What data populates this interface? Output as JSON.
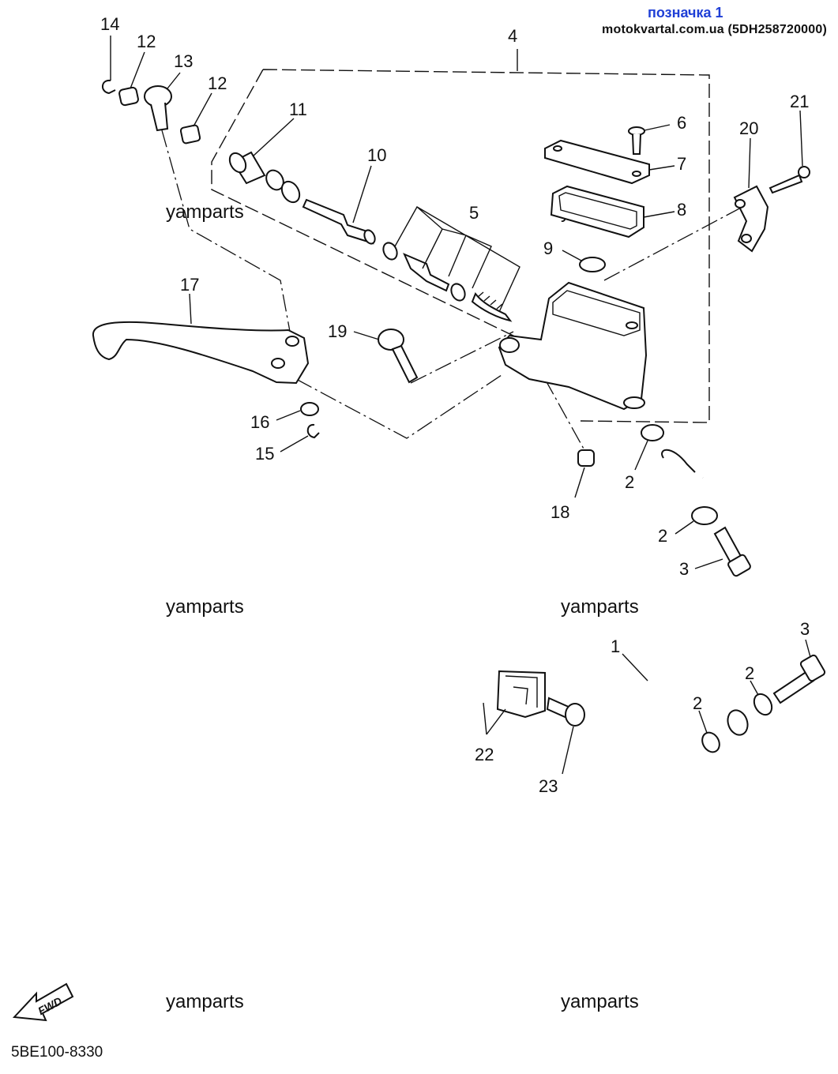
{
  "header": {
    "mark_label": "позначка 1",
    "site_label": "motokvartal.com.ua (5DH258720000)"
  },
  "watermarks": [
    "yamparts",
    "yamparts",
    "yamparts",
    "yamparts",
    "yamparts",
    "yamparts"
  ],
  "diagram_code": "5BE100-8330",
  "fwd_label": "FWD",
  "part_numbers": {
    "p14": "14",
    "p12a": "12",
    "p13": "13",
    "p12b": "12",
    "p4": "4",
    "p11": "11",
    "p10": "10",
    "p5": "5",
    "p6": "6",
    "p7": "7",
    "p8": "8",
    "p9": "9",
    "p20": "20",
    "p21": "21",
    "p17": "17",
    "p19": "19",
    "p16": "16",
    "p15": "15",
    "p18": "18",
    "p2a": "2",
    "p2b": "2",
    "p3a": "3",
    "p1": "1",
    "p3b": "3",
    "p2c": "2",
    "p2d": "2",
    "p22": "22",
    "p23": "23"
  }
}
